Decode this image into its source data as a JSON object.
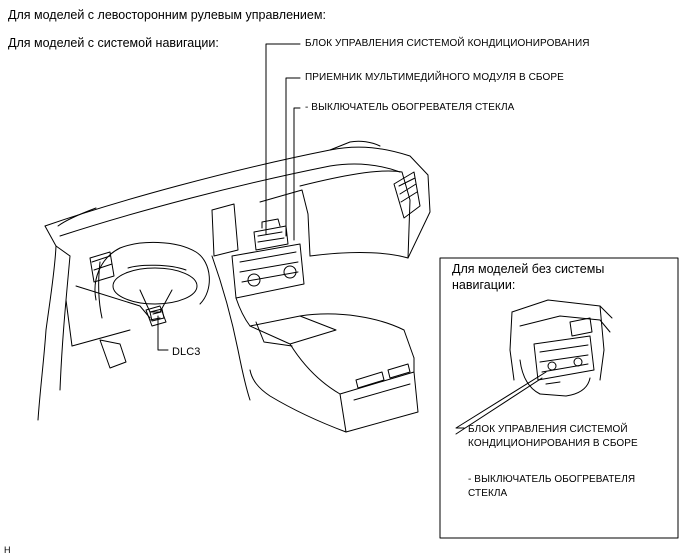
{
  "header": {
    "lhd_title": "Для моделей с левосторонним рулевым управлением:",
    "nav_title": "Для моделей с системой навигации:"
  },
  "callouts": {
    "ac_control_unit": "БЛОК УПРАВЛЕНИЯ СИСТЕМОЙ КОНДИЦИОНИРОВАНИЯ",
    "multimedia_receiver": "ПРИЕМНИК МУЛЬТИМЕДИЙНОГО МОДУЛЯ В СБОРЕ",
    "defogger_switch_nav": "- ВЫКЛЮЧАТЕЛЬ ОБОГРЕВАТЕЛЯ СТЕКЛА",
    "dlc3": "DLC3"
  },
  "inset": {
    "title": "Для моделей без системы\nнавигации:",
    "ac_control_assembly": "БЛОК УПРАВЛЕНИЯ СИСТЕМОЙ\nКОНДИЦИОНИРОВАНИЯ В СБОРЕ",
    "defogger_switch": "- ВЫКЛЮЧАТЕЛЬ ОБОГРЕВАТЕЛЯ\nСТЕКЛА"
  },
  "footer": {
    "code": "H"
  }
}
